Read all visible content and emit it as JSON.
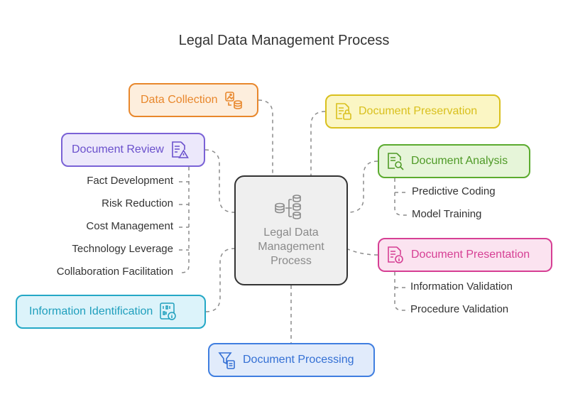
{
  "title": "Legal Data Management Process",
  "center": {
    "label": "Legal Data Management Process"
  },
  "nodes": {
    "data_collection": {
      "label": "Data Collection",
      "color": "#e8872c",
      "fill": "#fdeedd",
      "icon": "image-database-icon"
    },
    "document_preservation": {
      "label": "Document Preservation",
      "color": "#d9c01e",
      "fill": "#fbf6c4",
      "icon": "document-lock-icon"
    },
    "document_review": {
      "label": "Document Review",
      "color": "#7a62d6",
      "fill": "#ece8fb",
      "icon": "document-warning-icon"
    },
    "document_analysis": {
      "label": "Document Analysis",
      "color": "#5bab2f",
      "fill": "#e6f5d9",
      "icon": "document-search-icon"
    },
    "document_presentation": {
      "label": "Document Presentation",
      "color": "#d63f94",
      "fill": "#fbe3f0",
      "icon": "document-info-icon"
    },
    "information_identification": {
      "label": "Information Identification",
      "color": "#24a8c6",
      "fill": "#dcf3fa",
      "icon": "binary-info-icon"
    },
    "document_processing": {
      "label": "Document Processing",
      "color": "#3f7ee0",
      "fill": "#e1ebfb",
      "icon": "filter-document-icon"
    }
  },
  "review_items": [
    "Fact Development",
    "Risk Reduction",
    "Cost Management",
    "Technology Leverage",
    "Collaboration Facilitation"
  ],
  "analysis_items": [
    "Predictive Coding",
    "Model Training"
  ],
  "presentation_items": [
    "Information Validation",
    "Procedure Validation"
  ]
}
